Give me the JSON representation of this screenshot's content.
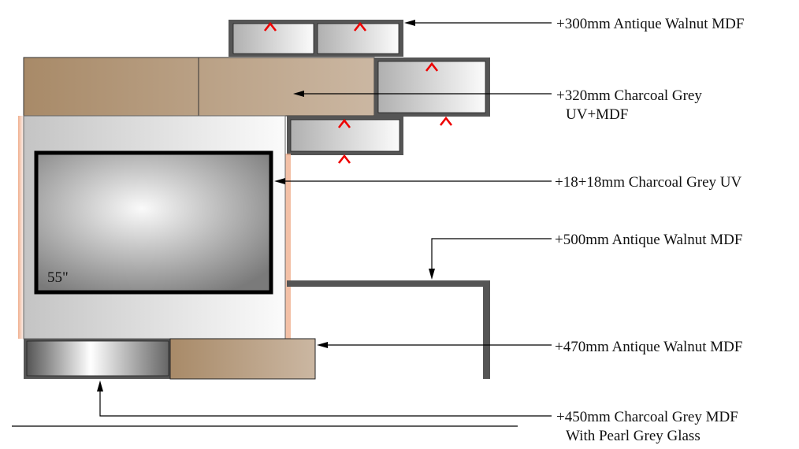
{
  "drawing": {
    "tv_size": "55\"",
    "annotations": [
      {
        "lines": [
          "+300mm Antique Walnut MDF"
        ]
      },
      {
        "lines": [
          "+320mm Charcoal Grey",
          "UV+MDF"
        ]
      },
      {
        "lines": [
          "+18+18mm Charcoal Grey UV"
        ]
      },
      {
        "lines": [
          "+500mm Antique Walnut MDF"
        ]
      },
      {
        "lines": [
          "+470mm Antique Walnut MDF"
        ]
      },
      {
        "lines": [
          "+450mm Charcoal Grey MDF",
          "With Pearl Grey Glass"
        ]
      }
    ]
  },
  "colors": {
    "walnut": "#b09272",
    "charcoal": "#555555",
    "marker": "#e00000",
    "edge": "#e8a07a"
  }
}
